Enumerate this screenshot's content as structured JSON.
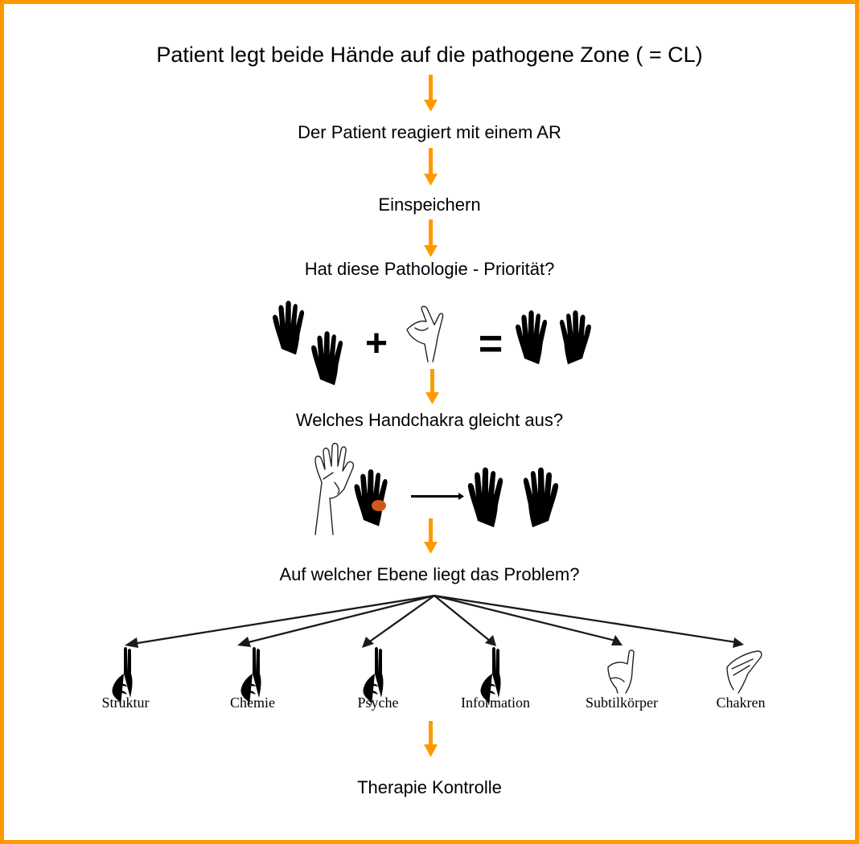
{
  "colors": {
    "frame": "#FF9900",
    "flow_arrow": "#FF9900",
    "branch_arrow": "#000000",
    "chakra_dot": "#D2581A"
  },
  "steps": {
    "step1": "Patient legt beide Hände auf die pathogene Zone ( = CL)",
    "step2": "Der Patient reagiert mit einem AR",
    "step3": "Einspeichern",
    "step4": "Hat diese Pathologie - Priorität?",
    "step5": "Welches Handchakra gleicht aus?",
    "step6": "Auf welcher Ebene liegt das Problem?",
    "step7": "Therapie Kontrolle"
  },
  "equation": {
    "plus": "+",
    "equals": "="
  },
  "levels": [
    {
      "label": "Struktur",
      "icon": "mudra-struktur-icon"
    },
    {
      "label": "Chemie",
      "icon": "mudra-chemie-icon"
    },
    {
      "label": "Psyche",
      "icon": "mudra-psyche-icon"
    },
    {
      "label": "Information",
      "icon": "mudra-information-icon"
    },
    {
      "label": "Subtilkörper",
      "icon": "mudra-subtilkoerper-icon"
    },
    {
      "label": "Chakren",
      "icon": "mudra-chakren-icon"
    }
  ]
}
